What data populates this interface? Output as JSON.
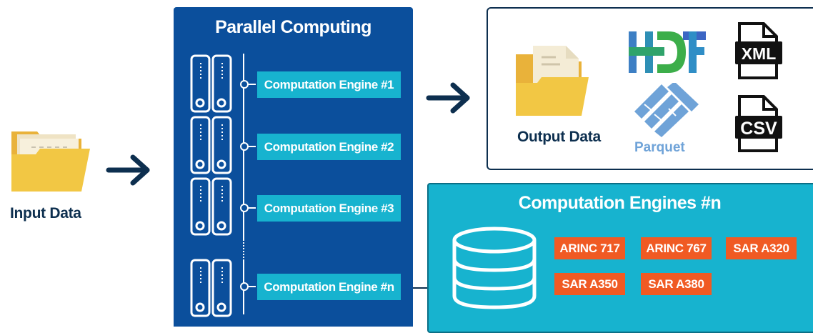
{
  "input": {
    "label": "Input Data"
  },
  "parallel": {
    "title": "Parallel Computing",
    "engines": [
      "Computation Engine #1",
      "Computation Engine #2",
      "Computation Engine #3",
      "Computation Engine #n"
    ]
  },
  "output": {
    "label": "Output Data",
    "formats": {
      "hdf": "HDF",
      "parquet": "Parquet",
      "xml": "XML",
      "csv": "CSV"
    }
  },
  "engines_n": {
    "title": "Computation Engines #n",
    "tags": [
      "ARINC 717",
      "ARINC 767",
      "SAR A320",
      "SAR A350",
      "SAR A380"
    ]
  },
  "colors": {
    "navy": "#0d2f4f",
    "panel_blue": "#0b4f9c",
    "teal": "#17b3cf",
    "orange": "#f05a23",
    "folder_yellow": "#f2c744"
  }
}
